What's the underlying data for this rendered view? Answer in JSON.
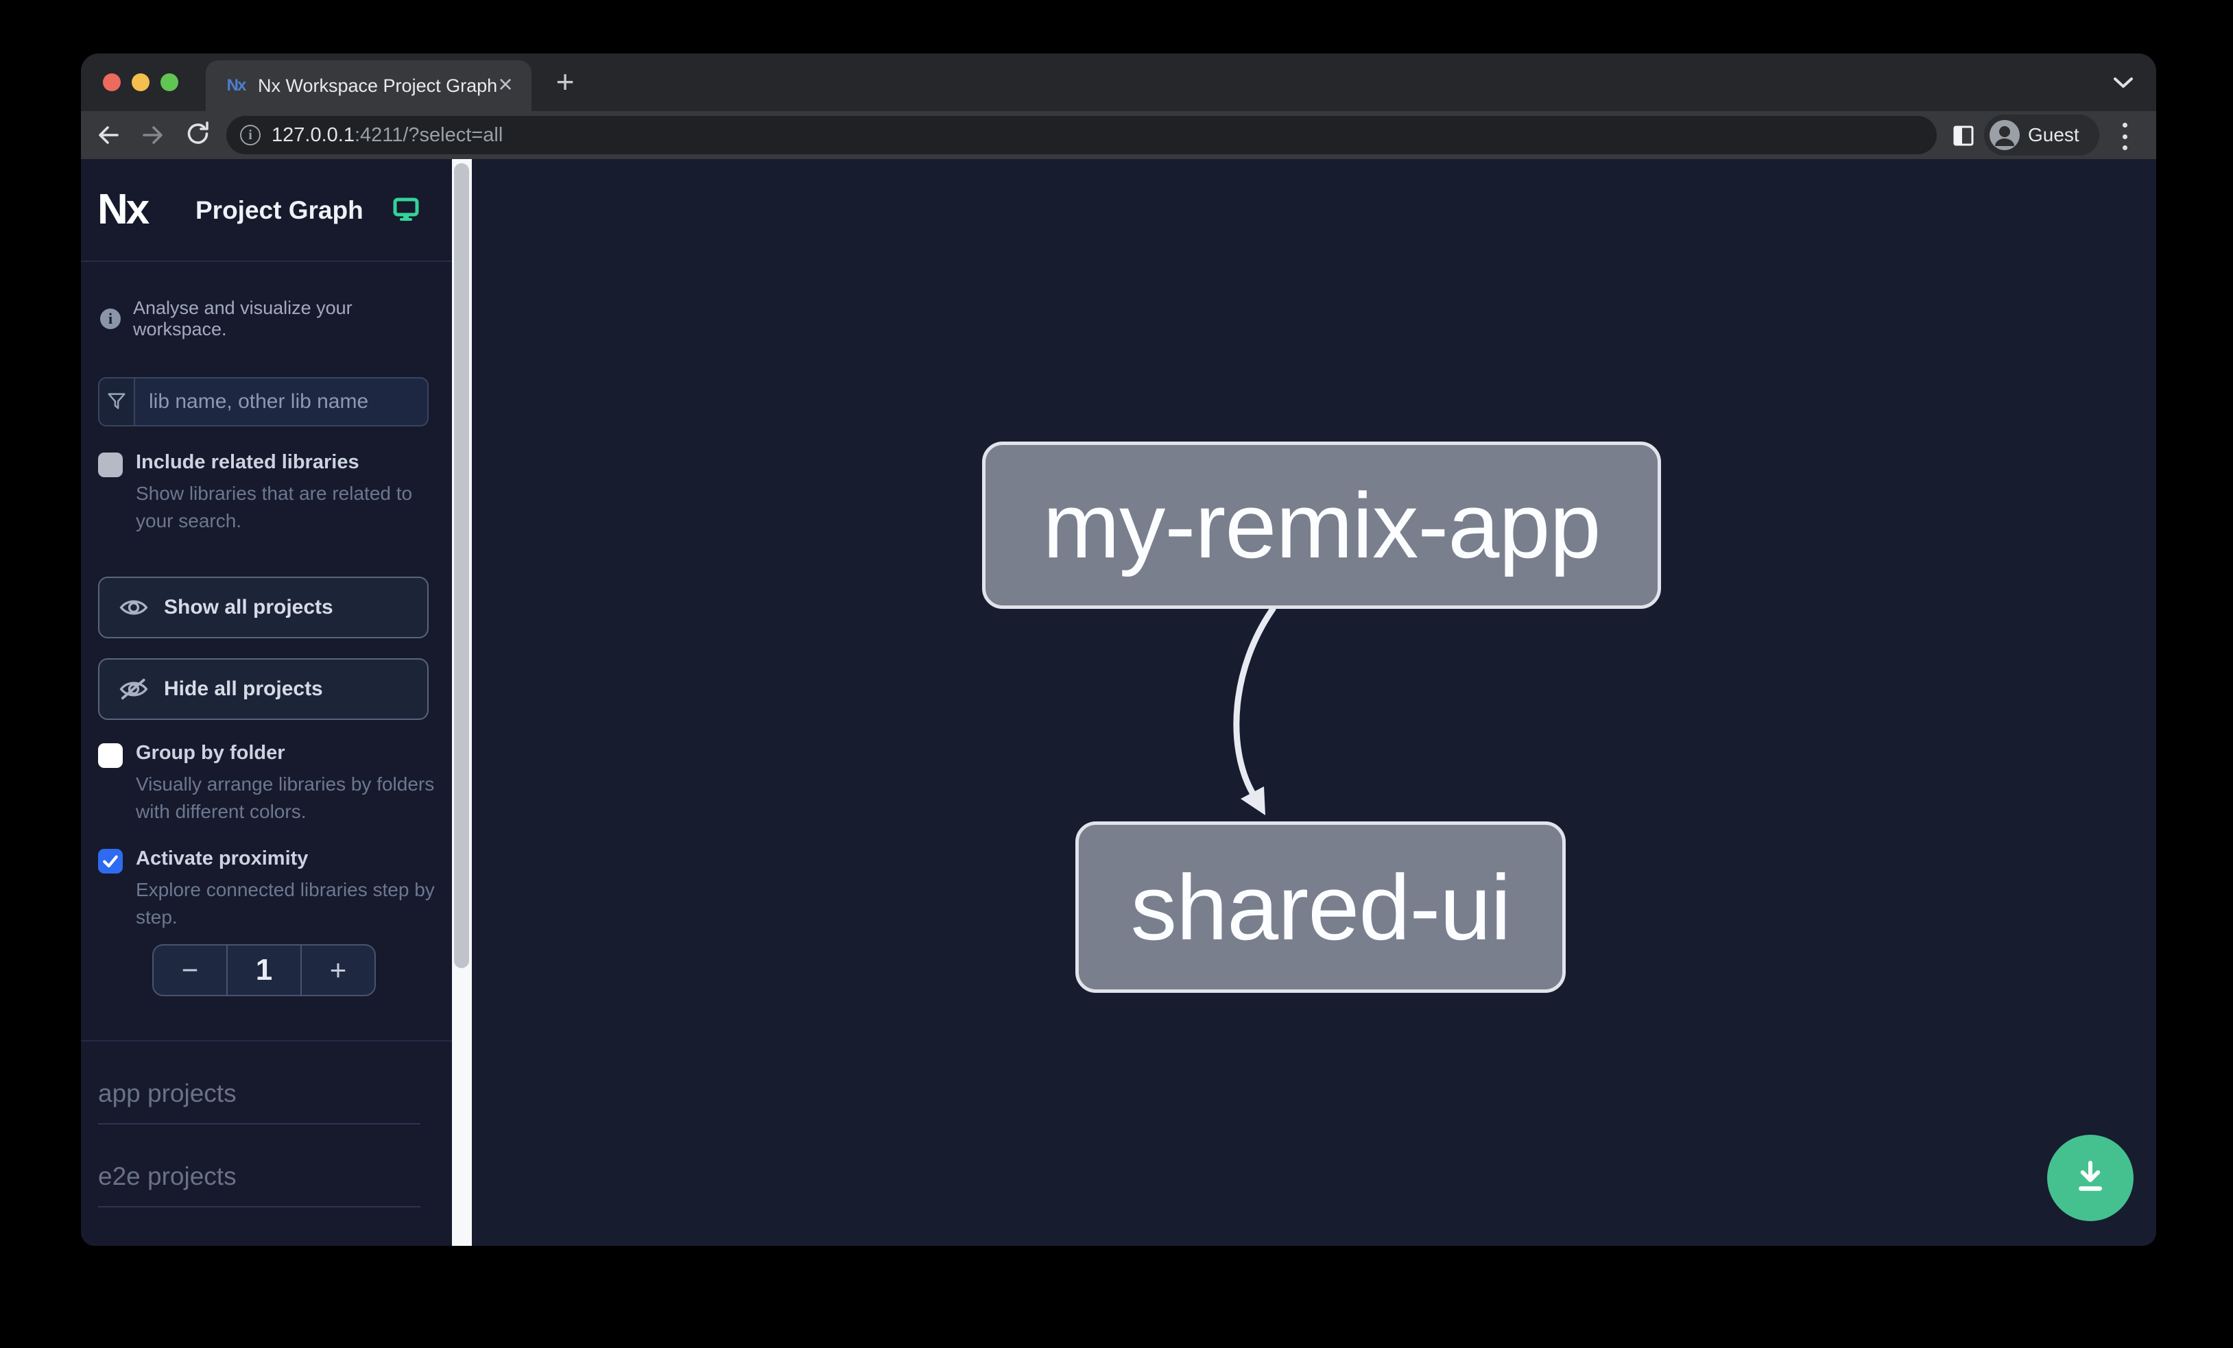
{
  "browser": {
    "favicon_text": "Nx",
    "tab_title": "Nx Workspace Project Graph",
    "tab_close_glyph": "×",
    "new_tab_glyph": "+",
    "url_host": "127.0.0.1",
    "url_path": ":4211/?select=all",
    "profile_label": "Guest"
  },
  "sidebar": {
    "brand": "Nx",
    "title": "Project Graph",
    "tagline": "Analyse and visualize your workspace.",
    "filter_placeholder": "lib name, other lib name",
    "options": [
      {
        "label": "Include related libraries",
        "description": "Show libraries that are related to your search.",
        "checked": false,
        "state": "disabled"
      },
      {
        "label": "Group by folder",
        "description": "Visually arrange libraries by folders with different colors.",
        "checked": false,
        "state": "enabled"
      },
      {
        "label": "Activate proximity",
        "description": "Explore connected libraries step by step.",
        "checked": true,
        "state": "enabled"
      }
    ],
    "actions": [
      {
        "label": "Show all projects"
      },
      {
        "label": "Hide all projects"
      }
    ],
    "stepper": {
      "decrement": "−",
      "value": "1",
      "increment": "+"
    },
    "sections": [
      {
        "label": "app projects"
      },
      {
        "label": "e2e projects"
      }
    ]
  },
  "graph": {
    "nodes": [
      {
        "label": "my-remix-app"
      },
      {
        "label": "shared-ui"
      }
    ],
    "edge": {
      "from": "my-remix-app",
      "to": "shared-ui"
    }
  },
  "colors": {
    "accent_green": "#45c18f",
    "monitor_green": "#34d399",
    "checkbox_blue": "#2e6bf0",
    "node_fill": "#7a7f8e",
    "node_border": "#e2e4ec",
    "sidebar_bg": "#161a2c",
    "canvas_bg": "#181c2f",
    "scrollbar_track": "#f7f8fa"
  }
}
